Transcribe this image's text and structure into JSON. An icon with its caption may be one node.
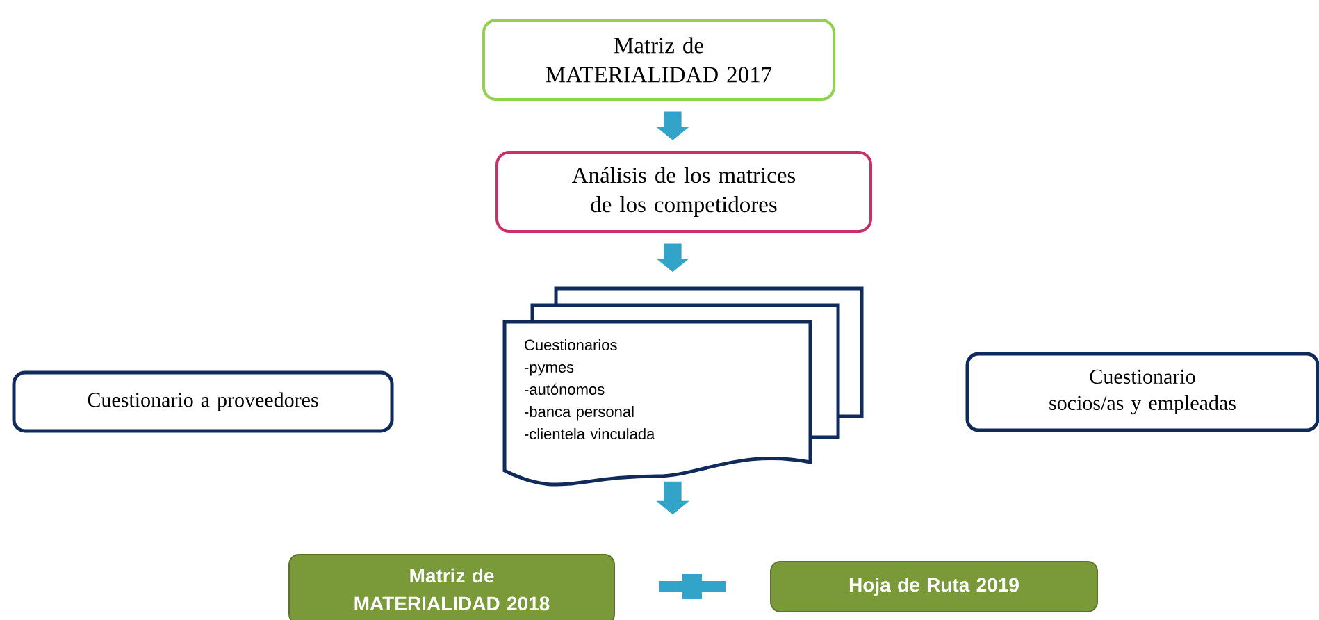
{
  "diagram": {
    "nodes": [
      {
        "text": [
          "Matriz de MATERIALIDAD 2017"
        ]
      },
      {
        "text": [
          "Análisis de los matrices de los competidores"
        ]
      },
      {
        "text": [
          "Cuestionarios",
          "-pymes",
          "-autónomos",
          "-banca personal",
          "-clientela vinculada"
        ]
      },
      {
        "text": [
          "Cuestionario a proveedores"
        ]
      },
      {
        "text": [
          "Cuestionario socios/as y empleadas"
        ]
      },
      {
        "text": [
          "Matriz de MATERIALIDAD 2018"
        ]
      },
      {
        "text": [
          "Hoja de Ruta 2019"
        ]
      }
    ],
    "edges": [
      {
        "from": 0,
        "to": 1,
        "arrow": "to"
      },
      {
        "from": 1,
        "to": 2,
        "arrow": "to"
      },
      {
        "from": 2,
        "to": null,
        "arrow": "to"
      }
    ]
  }
}
